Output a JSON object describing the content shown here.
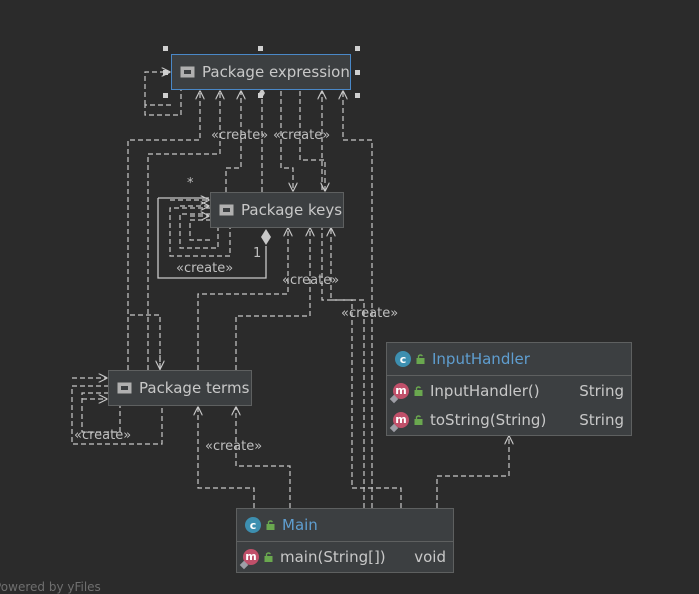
{
  "packages": {
    "expression": "Package expression",
    "keys": "Package keys",
    "terms": "Package terms"
  },
  "classes": {
    "input_handler": {
      "name": "InputHandler",
      "methods": [
        {
          "name": "InputHandler()",
          "type": "String"
        },
        {
          "name": "toString(String)",
          "type": "String"
        }
      ]
    },
    "main": {
      "name": "Main",
      "methods": [
        {
          "name": "main(String[])",
          "type": "void"
        }
      ]
    }
  },
  "edge_labels": {
    "create": "«create»",
    "star": "*",
    "one": "1"
  },
  "footer": "Powered by yFiles",
  "colors": {
    "background": "#2b2b2b",
    "node_fill": "#3c3f41",
    "node_border": "#5e6060",
    "selection": "#4a88c7",
    "class_name": "#5f9ed0",
    "edge": "#c8c8c8"
  },
  "icons": [
    "package-icon",
    "class-icon",
    "method-icon",
    "lock-icon"
  ]
}
